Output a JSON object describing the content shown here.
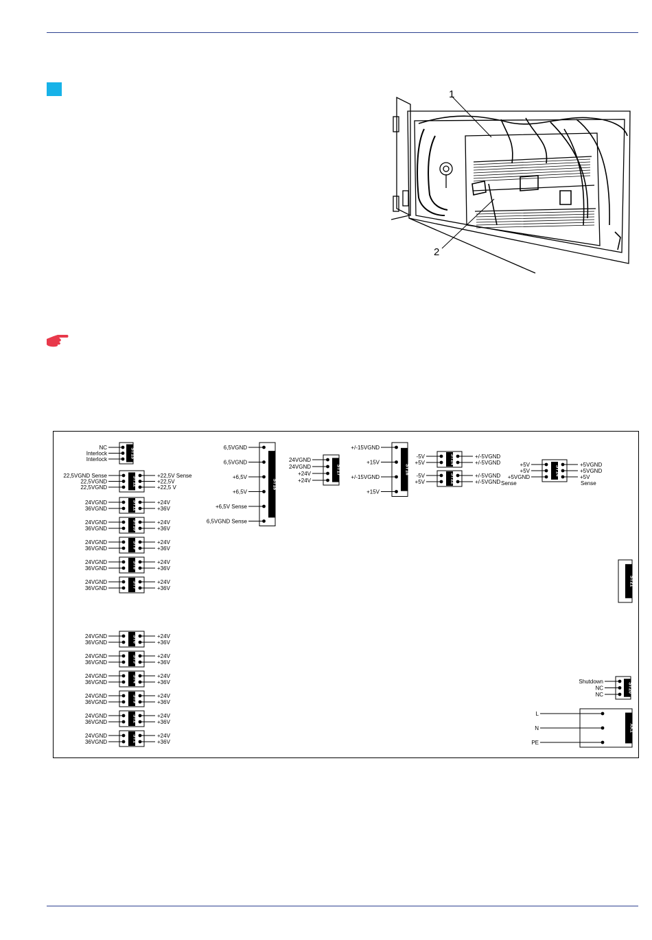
{
  "header": {
    "rule_color": "#2b3f8f"
  },
  "section_marker": {
    "color": "#17b2e8",
    "icon": "square-icon"
  },
  "photo": {
    "callouts": [
      "1",
      "2"
    ]
  },
  "note_icon": {
    "icon": "pointing-hand-icon",
    "color": "#e8394b"
  },
  "connectors": [
    {
      "name": "ST13",
      "left": [
        "NC",
        "Interlock",
        "Interlock"
      ],
      "right": []
    },
    {
      "name": "ST12",
      "left": [
        "22,5VGND Sense",
        "22,5VGND",
        "22,5VGND"
      ],
      "right": [
        "+22,5V Sense",
        "+22,5V",
        "+22,5 V"
      ]
    },
    {
      "name": "ST11",
      "left": [
        "24VGND",
        "36VGND"
      ],
      "right": [
        "+24V",
        "+36V"
      ]
    },
    {
      "name": "ST10",
      "left": [
        "24VGND",
        "36VGND"
      ],
      "right": [
        "+24V",
        "+36V"
      ]
    },
    {
      "name": "ST9",
      "left": [
        "24VGND",
        "36VGND"
      ],
      "right": [
        "+24V",
        "+36V"
      ]
    },
    {
      "name": "ST8",
      "left": [
        "24VGND",
        "36VGND"
      ],
      "right": [
        "+24V",
        "+36V"
      ]
    },
    {
      "name": "ST7",
      "left": [
        "24VGND",
        "36VGND"
      ],
      "right": [
        "+24V",
        "+36V"
      ]
    },
    {
      "name": "ST6",
      "left": [
        "24VGND",
        "36VGND"
      ],
      "right": [
        "+24V",
        "+36V"
      ]
    },
    {
      "name": "ST5",
      "left": [
        "24VGND",
        "36VGND"
      ],
      "right": [
        "+24V",
        "+36V"
      ]
    },
    {
      "name": "ST4",
      "left": [
        "24VGND",
        "36VGND"
      ],
      "right": [
        "+24V",
        "+36V"
      ]
    },
    {
      "name": "ST3",
      "left": [
        "24VGND",
        "36VGND"
      ],
      "right": [
        "+24V",
        "+36V"
      ]
    },
    {
      "name": "ST2",
      "left": [
        "24VGND",
        "36VGND"
      ],
      "right": [
        "+24V",
        "+36V"
      ]
    },
    {
      "name": "ST1",
      "left": [
        "24VGND",
        "36VGND"
      ],
      "right": [
        "+24V",
        "+36V"
      ]
    },
    {
      "name": "ST18",
      "left": [
        "6,5VGND",
        "6,5VGND",
        "+6,5V",
        "+6,5V",
        "+6,5V Sense",
        "6,5VGND Sense"
      ],
      "right": []
    },
    {
      "name": "ST17",
      "left": [
        "24VGND",
        "24VGND",
        "+24V",
        "+24V"
      ],
      "right": []
    },
    {
      "name": "ST16",
      "left": [
        "+/-15VGND",
        "+15V",
        "+/-15VGND",
        "+15V"
      ],
      "right": []
    },
    {
      "name": "ST24",
      "left": [
        "-5V",
        "+5V"
      ],
      "right": [
        "+/-5VGND",
        "+/-5VGND"
      ]
    },
    {
      "name": "ST22",
      "left": [
        "-5V",
        "+5V"
      ],
      "right": [
        "+/-5VGND",
        "+/-5VGND"
      ]
    },
    {
      "name": "ST14",
      "left": [
        "+5V",
        "+5V",
        "+5VGND"
      ],
      "right": [
        "+5VGND",
        "+5VGND",
        "+5V"
      ]
    },
    {
      "name": "ST21",
      "left": [],
      "right": []
    },
    {
      "name": "ST20",
      "left": [
        "Shutdown",
        "NC",
        "NC"
      ],
      "right": []
    },
    {
      "name": "XK1",
      "left": [
        "L",
        "N",
        "PE"
      ],
      "right": []
    }
  ],
  "sense_labels": [
    "Sense",
    "Sense"
  ]
}
